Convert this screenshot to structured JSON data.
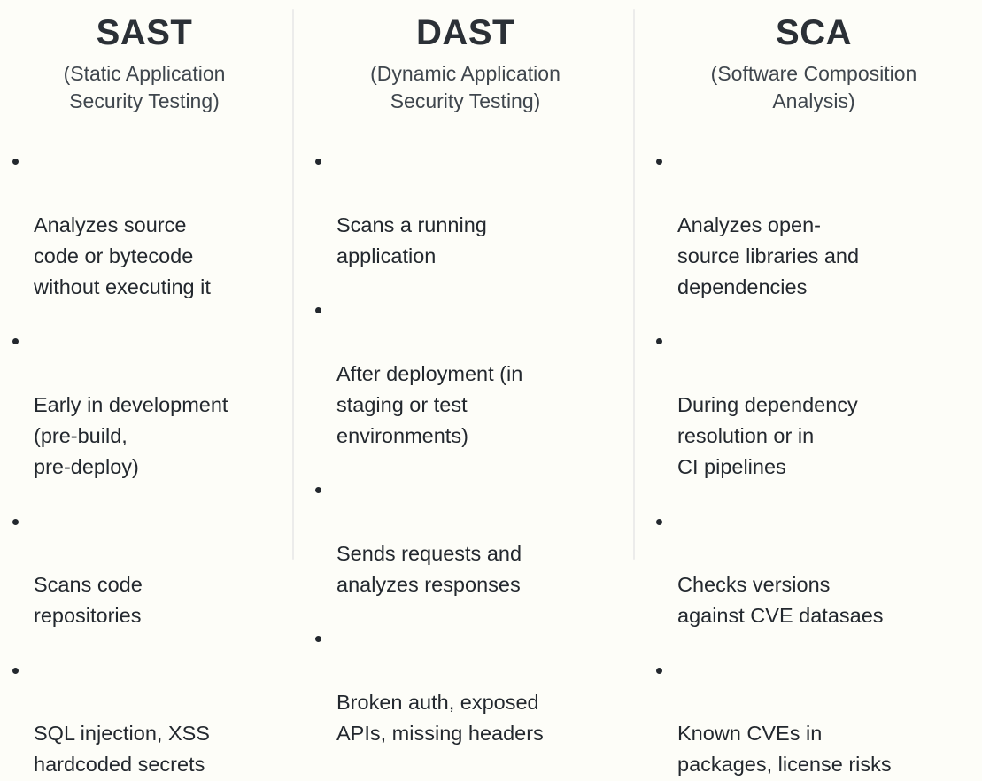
{
  "background_color": "#fdfdf8",
  "text_color": "#23282e",
  "title_color": "#2b3036",
  "subtitle_color": "#3f464d",
  "divider_color": "#ececeb",
  "columns": [
    {
      "id": "sast",
      "title": "SAST",
      "subtitle": "(Static Application\nSecurity Testing)",
      "bullets": [
        "Analyzes source\ncode or bytecode\nwithout executing it",
        "Early in development\n(pre-build,\npre-deploy)",
        "Scans code\nrepositories",
        "SQL injection, XSS\nhardcoded secrets"
      ]
    },
    {
      "id": "dast",
      "title": "DAST",
      "subtitle": "(Dynamic Application\nSecurity Testing)",
      "bullets": [
        "Scans a running\napplication",
        "After deployment (in\nstaging or test\nenvironments)",
        "Sends requests and\nanalyzes responses",
        "Broken auth, exposed\nAPIs, missing headers"
      ]
    },
    {
      "id": "sca",
      "title": "SCA",
      "subtitle": "(Software Composition\nAnalysis)",
      "bullets": [
        "Analyzes open-\nsource libraries and\ndependencies",
        "During dependency\nresolution or in\nCI pipelines",
        "Checks versions\nagainst CVE datasaes",
        "Known CVEs in\npackages, license risks"
      ]
    }
  ]
}
